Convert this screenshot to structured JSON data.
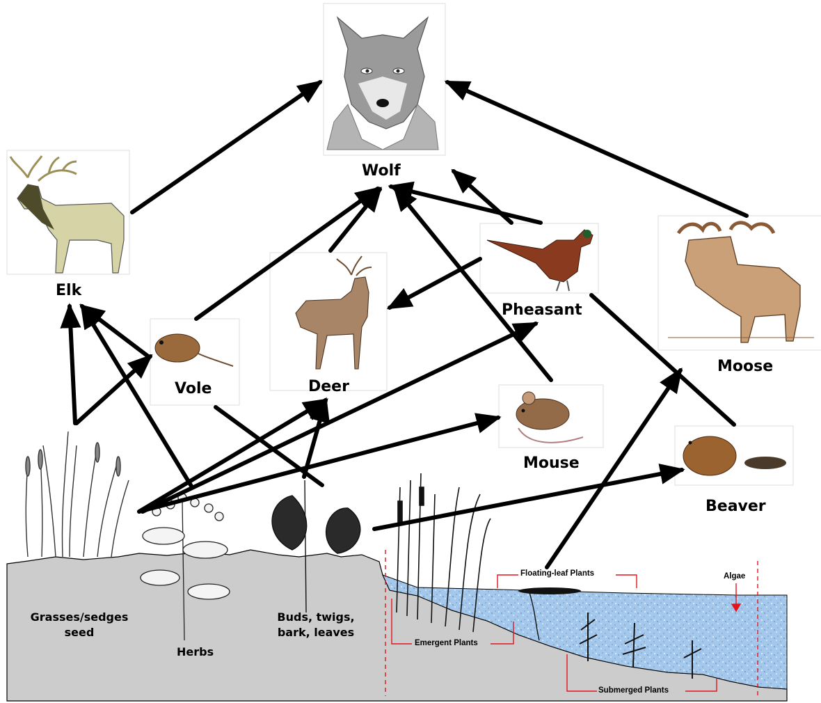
{
  "animals": {
    "wolf": "Wolf",
    "elk": "Elk",
    "vole": "Vole",
    "deer": "Deer",
    "pheasant": "Pheasant",
    "moose": "Moose",
    "mouse": "Mouse",
    "beaver": "Beaver"
  },
  "plants": {
    "grasses_line1": "Grasses/sedges",
    "grasses_line2": "seed",
    "herbs": "Herbs",
    "buds_line1": "Buds, twigs,",
    "buds_line2": "bark, leaves"
  },
  "aquatic": {
    "floating": "Floating-leaf Plants",
    "emergent": "Emergent Plants",
    "submerged": "Submerged Plants",
    "algae": "Algae"
  },
  "colors": {
    "ground": "#cccccc",
    "water": "#a3c8ec",
    "annotation": "#e3141c",
    "arrow": "#000000"
  }
}
